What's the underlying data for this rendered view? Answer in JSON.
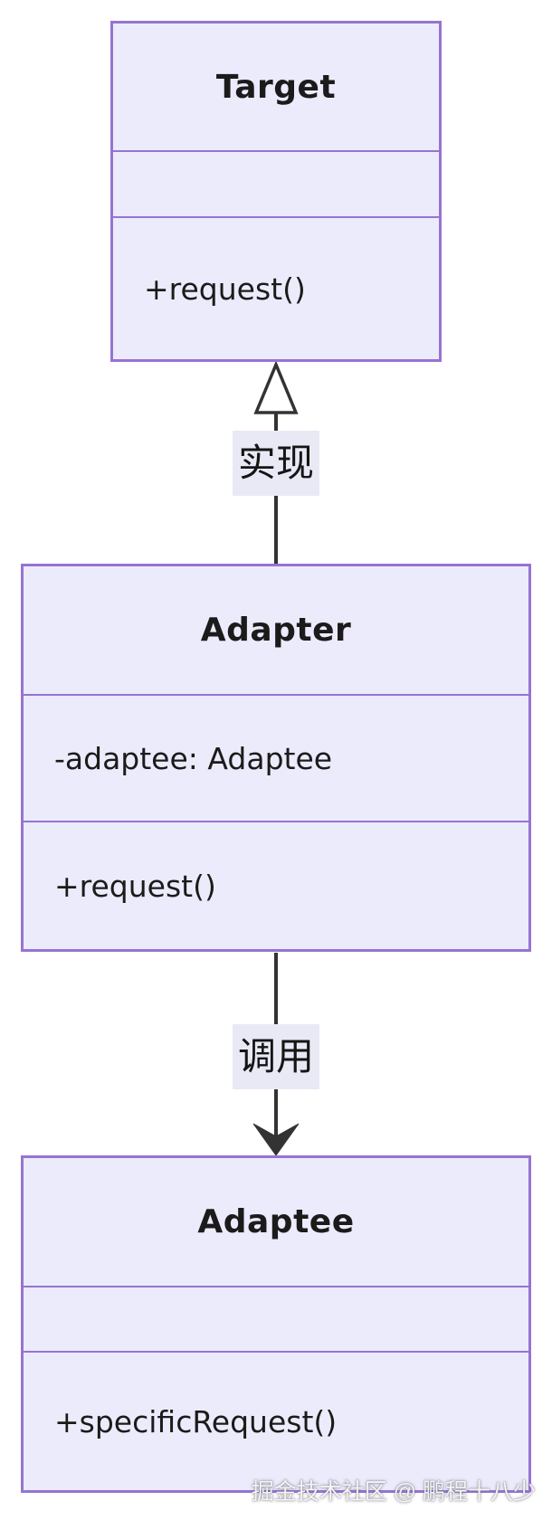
{
  "diagram": {
    "classes": [
      {
        "name": "Target",
        "attributes": [],
        "methods": [
          "+request()"
        ]
      },
      {
        "name": "Adapter",
        "attributes": [
          "-adaptee: Adaptee"
        ],
        "methods": [
          "+request()"
        ]
      },
      {
        "name": "Adaptee",
        "attributes": [],
        "methods": [
          "+specificRequest()"
        ]
      }
    ],
    "edges": [
      {
        "type": "realization",
        "from": "Adapter",
        "to": "Target",
        "label": "实现",
        "arrowhead": "hollow-triangle",
        "line": "solid"
      },
      {
        "type": "dependency",
        "from": "Adapter",
        "to": "Adaptee",
        "label": "调用",
        "arrowhead": "filled-arrow",
        "line": "solid"
      }
    ]
  },
  "watermark": "掘金技术社区 @ 鹏程十八少",
  "colors": {
    "class_fill": "#ECEBFB",
    "class_border": "#9673D3",
    "edge_line": "#333333",
    "edge_label_bg": "#E9E9F6",
    "text": "#1B1B1B",
    "background": "#FFFFFF"
  }
}
